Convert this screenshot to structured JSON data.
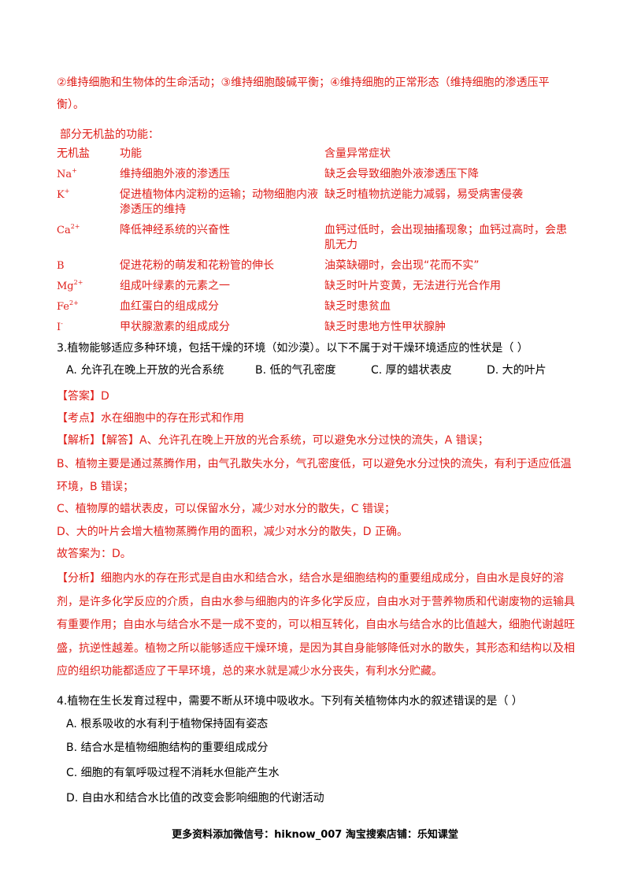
{
  "intro": "②维持细胞和生物体的生命活动；③维持细胞酸碱平衡；④维持细胞的正常形态（维持细胞的渗透压平衡）。",
  "subhead": "部分无机盐的功能：",
  "table": {
    "headers": [
      "无机盐",
      "功能",
      "含量异常症状"
    ],
    "rows": [
      {
        "ion": "Na",
        "charge": "+",
        "func": "维持细胞外液的渗透压",
        "symptom": "缺乏会导致细胞外液渗透压下降"
      },
      {
        "ion": "K",
        "charge": "+",
        "func": "促进植物体内淀粉的运输；动物细胞内液渗透压的维持",
        "symptom": "缺乏时植物抗逆能力减弱，易受病害侵袭"
      },
      {
        "ion": "Ca",
        "charge": "2+",
        "func": "降低神经系统的兴奋性",
        "symptom": "血钙过低时，会出现抽搐现象；血钙过高时，会患肌无力"
      },
      {
        "ion": "B",
        "charge": "",
        "func": "促进花粉的萌发和花粉管的伸长",
        "symptom": "油菜缺硼时，会出现“花而不实”"
      },
      {
        "ion": "Mg",
        "charge": "2+",
        "func": "组成叶绿素的元素之一",
        "symptom": "缺乏时叶片变黄，无法进行光合作用"
      },
      {
        "ion": "Fe",
        "charge": "2+",
        "func": "血红蛋白的组成成分",
        "symptom": "缺乏时患贫血"
      },
      {
        "ion": "I",
        "charge": "-",
        "func": "甲状腺激素的组成成分",
        "symptom": "缺乏时患地方性甲状腺肿"
      }
    ]
  },
  "q3": {
    "stem": "3.植物能够适应多种环境，包括干燥的环境（如沙漠）。以下不属于对干燥环境适应的性状是（   ）",
    "options": [
      "A. 允许孔在晚上开放的光合系统",
      "B. 低的气孔密度",
      "C. 厚的蜡状表皮",
      "D. 大的叶片"
    ],
    "answer_tag": "【答案】",
    "answer": "D",
    "point_tag": "【考点】",
    "point": "水在细胞中的存在形式和作用",
    "analysis_tag": "【解析】【解答】",
    "analysis_first": "A、允许孔在晚上开放的光合系统，可以避免水分过快的流失，A 错误；",
    "analysis_lines": [
      "B、植物主要是通过蒸腾作用，由气孔散失水分，气孔密度低，可以避免水分过快的流失，有利于适应低温环境，B 错误；",
      "C、植物厚的蜡状表皮，可以保留水分，减少对水分的散失，C 错误；",
      "D、大的叶片会增大植物蒸腾作用的面积，减少对水分的散失，D 正确。"
    ],
    "conclusion": "故答案为：D。",
    "fenxi_tag": "【分析】",
    "fenxi": "细胞内水的存在形式是自由水和结合水，结合水是细胞结构的重要组成成分，自由水是良好的溶剂，是许多化学反应的介质，自由水参与细胞内的许多化学反应，自由水对于营养物质和代谢废物的运输具有重要作用；自由水与结合水不是一成不变的，可以相互转化，自由水与结合水的比值越大，细胞代谢越旺盛，抗逆性越差。植物之所以能够适应干燥环境，是因为其自身能够降低对水的散失，其形态和结构以及相应的组织功能都适应了干旱环境，总的来水就是减少水分丧失，有利水分贮藏。"
  },
  "q4": {
    "stem": "4.植物在生长发育过程中，需要不断从环境中吸收水。下列有关植物体内水的叙述错误的是（   ）",
    "options": [
      "A. 根系吸收的水有利于植物保持固有姿态",
      "B. 结合水是植物细胞结构的重要组成成分",
      "C. 细胞的有氧呼吸过程不消耗水但能产生水",
      "D. 自由水和结合水比值的改变会影响细胞的代谢活动"
    ]
  },
  "footer": "更多资料添加微信号：hiknow_007  淘宝搜索店铺：乐知课堂"
}
